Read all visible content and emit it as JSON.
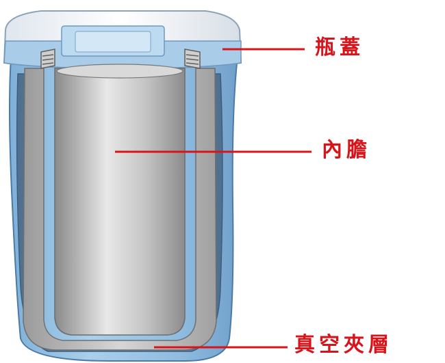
{
  "labels": {
    "cap": "瓶蓋",
    "inner_liner": "內膽",
    "vacuum_layer": "真空夾層"
  },
  "colors": {
    "accent_red": "#d8141a",
    "outer_blue": "#9ec7e6",
    "liner_grey": "#b8b8b8",
    "cap_white": "#f2f4f6",
    "vacuum_blue": "#5e7f9e"
  }
}
